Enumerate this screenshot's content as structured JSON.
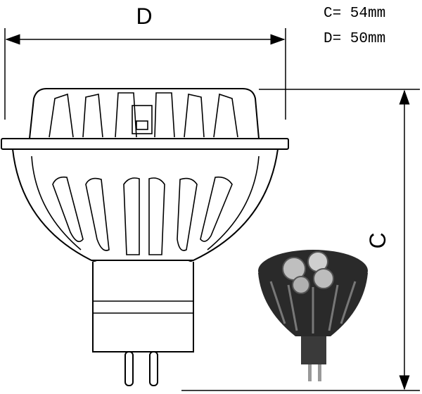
{
  "dimension_labels": {
    "width_label": "D",
    "height_label": "C"
  },
  "specs": [
    {
      "name": "C",
      "text": "C=  54mm"
    },
    {
      "name": "D",
      "text": "D=  50mm"
    }
  ],
  "colors": {
    "line": "#000000",
    "photo_body": "#2a2a2a",
    "photo_lens": "#bfbfbf"
  }
}
